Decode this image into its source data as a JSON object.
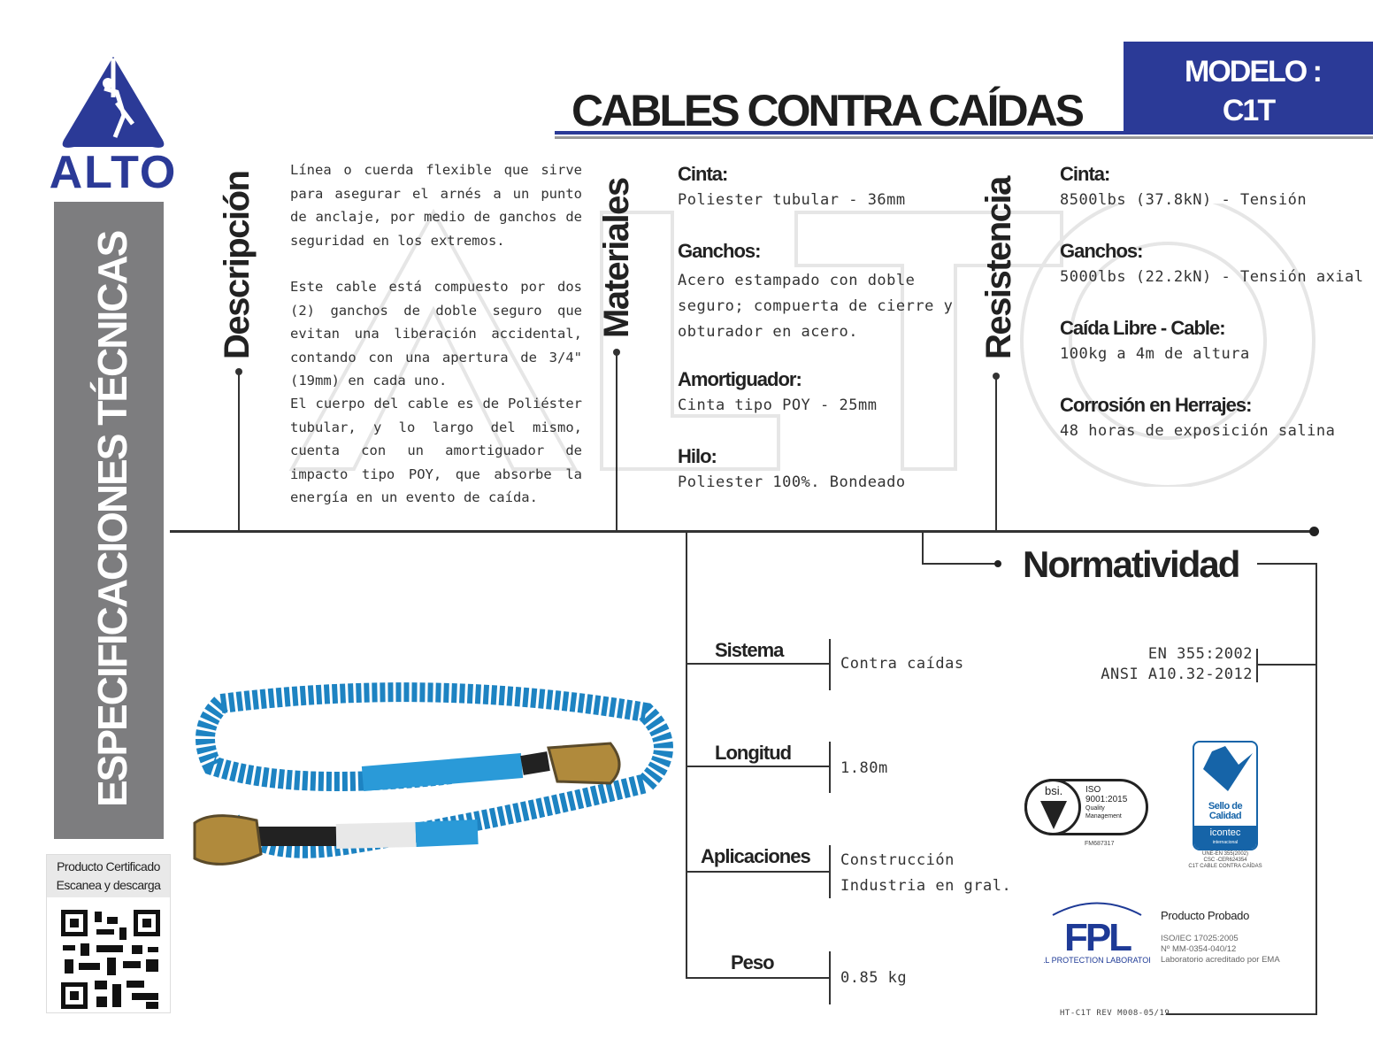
{
  "brand": {
    "name": "ALTO",
    "color": "#2b3a97"
  },
  "title": "CABLES CONTRA CAÍDAS",
  "model": {
    "label": "MODELO :",
    "value": "C1T"
  },
  "side_band": "ESPECIFICACIONES TÉCNICAS",
  "qr": {
    "line1": "Producto Certificado",
    "line2": "Escanea y descarga"
  },
  "descripcion": {
    "heading": "Descripción",
    "paragraphs": [
      "Línea o cuerda flexible que sirve para asegurar el arnés a un punto de anclaje, por medio de ganchos de seguridad en los extremos.",
      "Este cable está compuesto por dos (2) ganchos de doble seguro que evitan una liberación accidental, contando con una apertura de 3/4\"(19mm) en cada uno.",
      "El cuerpo del cable es de Poliéster tubular, y lo largo del mismo, cuenta con un amortiguador de impacto tipo POY, que absorbe la energía en un evento de caída."
    ]
  },
  "materiales": {
    "heading": "Materiales",
    "items": [
      {
        "label": "Cinta:",
        "value": "Poliester tubular - 36mm"
      },
      {
        "label": "Ganchos:",
        "value": "Acero estampado con doble seguro; compuerta de cierre y obturador en acero."
      },
      {
        "label": "Amortiguador:",
        "value": "Cinta tipo POY - 25mm"
      },
      {
        "label": "Hilo:",
        "value": "Poliester 100%. Bondeado"
      }
    ]
  },
  "resistencia": {
    "heading": "Resistencia",
    "items": [
      {
        "label": "Cinta:",
        "value": "8500lbs (37.8kN) - Tensión"
      },
      {
        "label": "Ganchos:",
        "value": "5000lbs (22.2kN) - Tensión axial"
      },
      {
        "label": "Caída Libre - Cable:",
        "value": "100kg a 4m de altura"
      },
      {
        "label": "Corrosión en Herrajes:",
        "value": "48 horas de exposición salina"
      }
    ]
  },
  "specs": [
    {
      "label": "Sistema",
      "values": [
        "Contra caídas"
      ]
    },
    {
      "label": "Longitud",
      "values": [
        "1.80m"
      ]
    },
    {
      "label": "Aplicaciones",
      "values": [
        "Construcción",
        "Industria en gral."
      ]
    },
    {
      "label": "Peso",
      "values": [
        "0.85 kg"
      ]
    }
  ],
  "normatividad": {
    "heading": "Normatividad",
    "standards": [
      "EN 355:2002",
      "ANSI A10.32-2012"
    ]
  },
  "certs": {
    "bsi": {
      "brand": "bsi.",
      "l1": "ISO",
      "l2": "9001:2015",
      "l3": "Quality",
      "l4": "Management",
      "code": "FM687317"
    },
    "icontec": {
      "l1": "Sello de",
      "l2": "Calidad",
      "brand": "icontec",
      "sub": "internacional",
      "n1": "UNE-EN 355(2002)",
      "n2": "CSC -CER624354",
      "n3": "C1T CABLE CONTRA CAÍDAS"
    },
    "fpl": {
      "brand": "FPL",
      "sub": "FALL PROTECTION LABORATORY",
      "title": "Producto Probado",
      "n1": "ISO/IEC 17025:2005",
      "n2": "Nº MM-0354-040/12",
      "n3": "Laboratorio acreditado por EMA"
    }
  },
  "footer_code": "HT-C1T REV M008-05/19"
}
